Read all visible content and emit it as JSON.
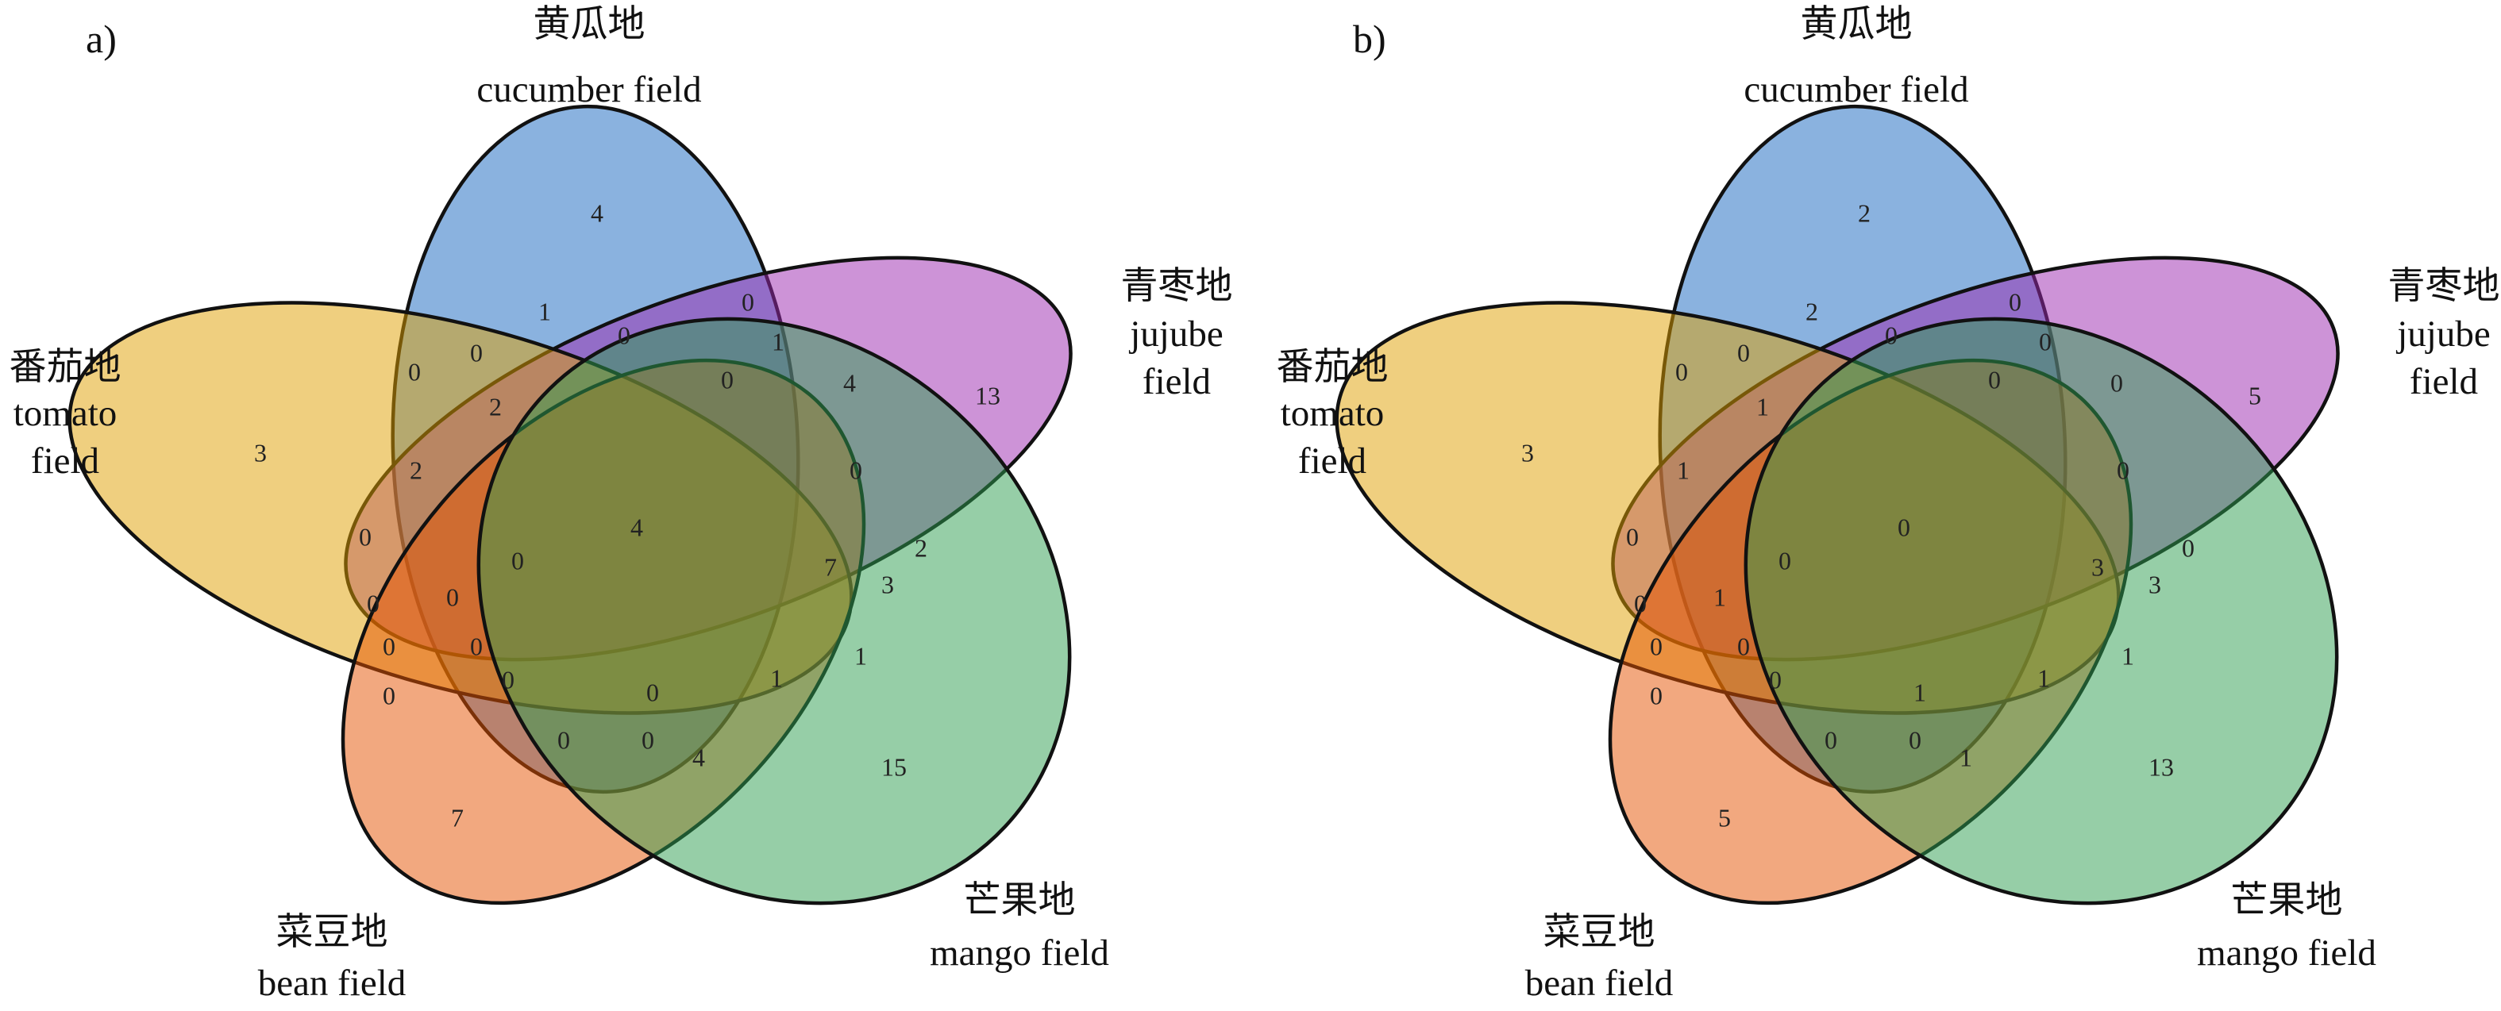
{
  "colors": {
    "cucumber": "#1565C0",
    "jujube": "#9C27B0",
    "tomato": "#E0A000",
    "bean": "#E65100",
    "mango": "#2E9E4F"
  },
  "panels": [
    {
      "letter": "a)",
      "labels": {
        "cucumber": {
          "zh": "黄瓜地",
          "en": [
            "cucumber field"
          ]
        },
        "jujube": {
          "zh": "青枣地",
          "en": [
            "jujube",
            "field"
          ]
        },
        "tomato": {
          "zh": "番茄地",
          "en": [
            "tomato",
            "field"
          ]
        },
        "bean": {
          "zh": "菜豆地",
          "en": [
            "bean field"
          ]
        },
        "mango": {
          "zh": "芒果地",
          "en": [
            "mango field"
          ]
        }
      },
      "counts": [
        "4",
        "1",
        "0",
        "0",
        "13",
        "0",
        "1",
        "0",
        "0",
        "4",
        "2",
        "3",
        "2",
        "0",
        "0",
        "4",
        "2",
        "7",
        "0",
        "0",
        "0",
        "3",
        "1",
        "1",
        "0",
        "0",
        "0",
        "0",
        "0",
        "15",
        "7",
        "0",
        "0",
        "4"
      ]
    },
    {
      "letter": "b)",
      "labels": {
        "cucumber": {
          "zh": "黄瓜地",
          "en": [
            "cucumber field"
          ]
        },
        "jujube": {
          "zh": "青枣地",
          "en": [
            "jujube",
            "field"
          ]
        },
        "tomato": {
          "zh": "番茄地",
          "en": [
            "tomato",
            "field"
          ]
        },
        "bean": {
          "zh": "菜豆地",
          "en": [
            "bean field"
          ]
        },
        "mango": {
          "zh": "芒果地",
          "en": [
            "mango field"
          ]
        }
      },
      "counts": [
        "2",
        "2",
        "0",
        "0",
        "5",
        "0",
        "0",
        "0",
        "0",
        "0",
        "1",
        "3",
        "1",
        "0",
        "0",
        "0",
        "0",
        "3",
        "0",
        "1",
        "0",
        "3",
        "1",
        "1",
        "1",
        "0",
        "0",
        "0",
        "0",
        "13",
        "5",
        "0",
        "0",
        "1"
      ]
    }
  ]
}
